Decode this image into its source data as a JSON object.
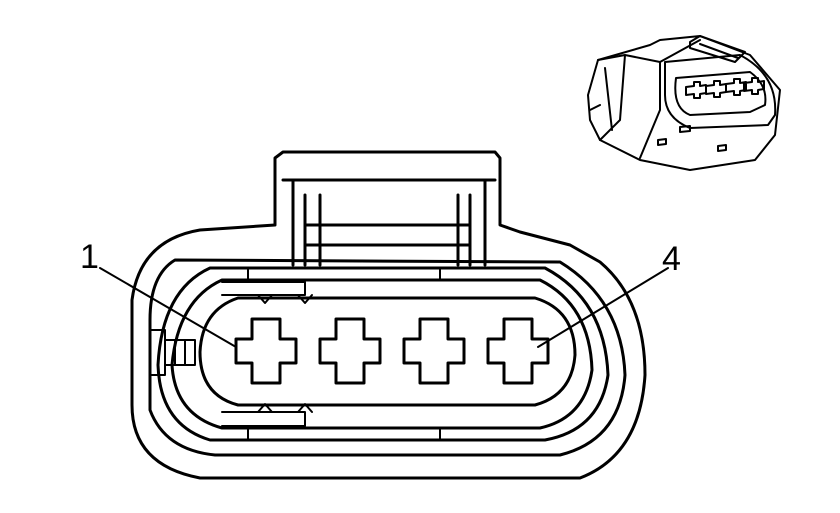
{
  "diagram": {
    "callouts": [
      {
        "label": "1"
      },
      {
        "label": "4"
      }
    ],
    "terminal_count": 4
  }
}
